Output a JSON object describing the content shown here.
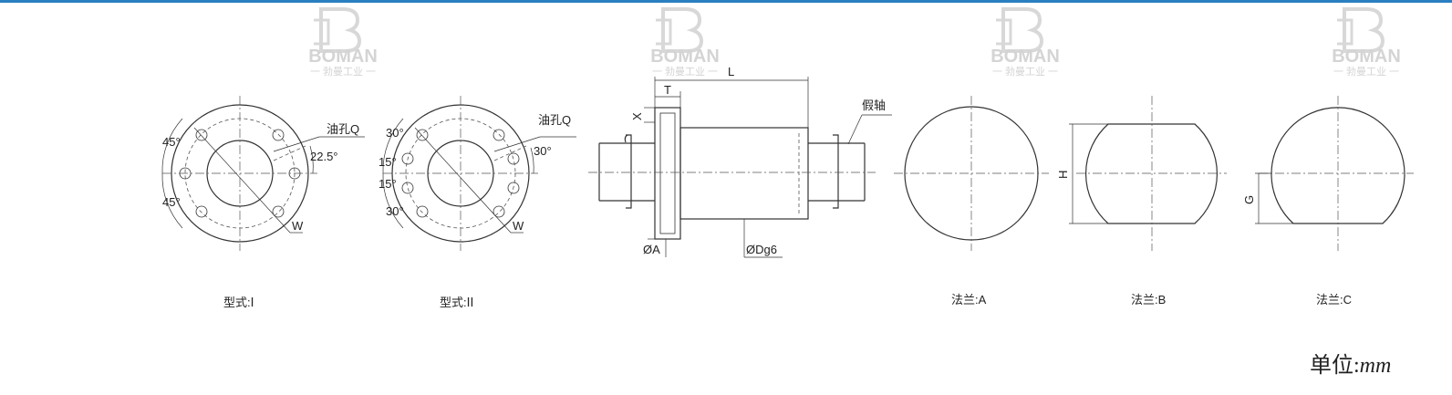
{
  "watermark": {
    "brand": "BOMAN",
    "subtitle": "一 勃曼工业 一"
  },
  "labels": {
    "oil_hole": "油孔Q",
    "angle_45": "45°",
    "angle_22_5": "22.5°",
    "angle_30": "30°",
    "angle_15": "15°",
    "w": "W",
    "L": "L",
    "T": "T",
    "X": "X",
    "dummy_shaft": "假轴",
    "dia_A": "ØA",
    "dia_Dg6": "ØDg6",
    "H": "H",
    "G": "G"
  },
  "captions": {
    "type_1": "型式:Ⅰ",
    "type_2": "型式:ⅠⅠ",
    "flange_a": "法兰:A",
    "flange_b": "法兰:B",
    "flange_c": "法兰:C"
  },
  "unit": {
    "prefix": "单位:",
    "value": "mm"
  },
  "colors": {
    "accent": "#2a7fc1",
    "line": "#333333",
    "watermark": "#d4d4d4"
  }
}
